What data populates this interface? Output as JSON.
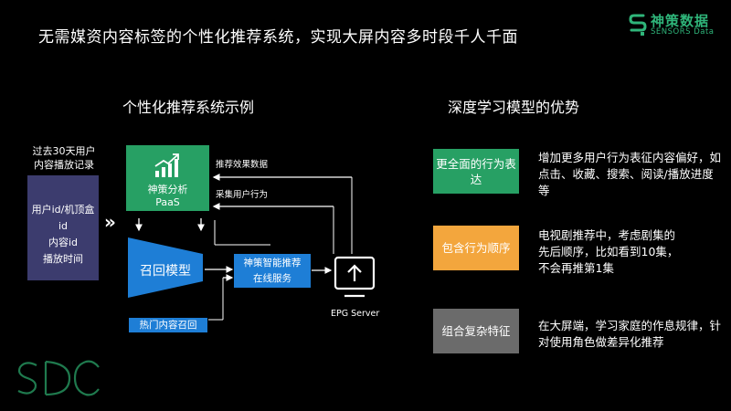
{
  "header": {
    "title": "无需媒资内容标签的个性化推荐系统，实现大屏内容多时段千人千面",
    "logo_cn": "神策数据",
    "logo_en": "SENSORS Data"
  },
  "left": {
    "section_title": "个性化推荐系统示例",
    "user_label_line1": "过去30天用户",
    "user_label_line2": "内容播放记录",
    "user_box": [
      "用户id/机顶盒id",
      "内容id",
      "播放时间"
    ],
    "paas_line1": "神策分析",
    "paas_line2": "PaaS",
    "recall_label": "召回模型",
    "smart_line1": "神策智能推荐",
    "smart_line2": "在线服务",
    "hot_recall": "热门内容召回",
    "flow_effect": "推荐效果数据",
    "flow_collect": "采集用户行为",
    "epg_label": "EPG Server"
  },
  "right": {
    "section_title": "深度学习模型的优势",
    "rows": [
      {
        "tag": "更全面的行为表达",
        "desc": "增加更多用户行为表征内容偏好，如点击、收藏、搜索、阅读/播放进度等",
        "color": "#27a064"
      },
      {
        "tag": "包含行为顺序",
        "desc": "电视剧推荐中，考虑剧集的先后顺序，比如看到10集，不会再推第1集",
        "color": "#f3a63d"
      },
      {
        "tag": "组合复杂特征",
        "desc": "在大屏端，学习家庭的作息规律，针对使用角色做差异化推荐",
        "color": "#6b6b6b"
      }
    ]
  },
  "watermark": "SDC"
}
